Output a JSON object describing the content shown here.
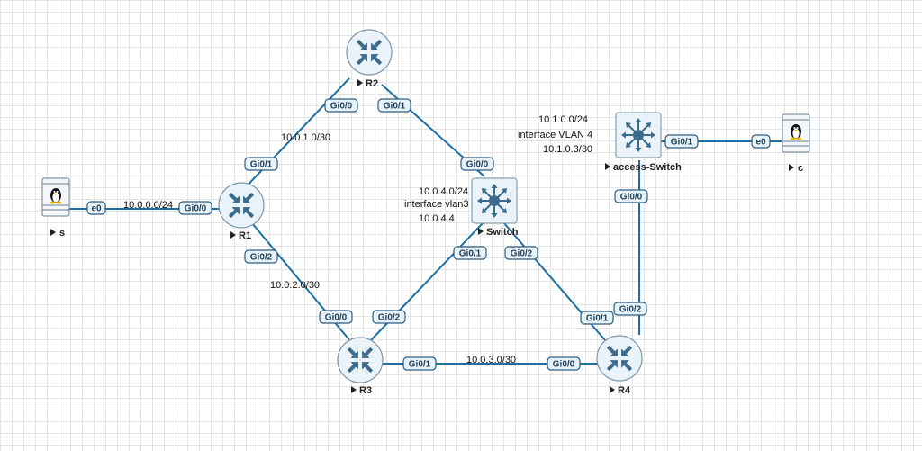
{
  "nodes": {
    "r1": {
      "label": "R1",
      "icon": "router-icon"
    },
    "r2": {
      "label": "R2",
      "icon": "router-icon"
    },
    "r3": {
      "label": "R3",
      "icon": "router-icon"
    },
    "r4": {
      "label": "R4",
      "icon": "router-icon"
    },
    "switch": {
      "label": "Switch",
      "icon": "multilayer-switch-icon"
    },
    "access_switch": {
      "label": "access-Switch",
      "icon": "multilayer-switch-icon"
    },
    "s": {
      "label": "s",
      "icon": "linux-host-icon"
    },
    "c": {
      "label": "c",
      "icon": "linux-host-icon"
    }
  },
  "interfaces": {
    "s_e0": "e0",
    "r1_gi00": "Gi0/0",
    "r1_gi01": "Gi0/1",
    "r1_gi02": "Gi0/2",
    "r2_gi00": "Gi0/0",
    "r2_gi01": "Gi0/1",
    "sw_gi00": "Gi0/0",
    "sw_gi01": "Gi0/1",
    "sw_gi02": "Gi0/2",
    "r3_gi00": "Gi0/0",
    "r3_gi02": "Gi0/2",
    "r3_gi01": "Gi0/1",
    "r4_gi00": "Gi0/0",
    "r4_gi01": "Gi0/1",
    "r4_gi02": "Gi0/2",
    "as_gi00": "Gi0/0",
    "as_gi01": "Gi0/1",
    "c_e0": "e0"
  },
  "networks": {
    "s_r1": "10.0.0.0/24",
    "r1_r2": "10.0.1.0/30",
    "r1_r3": "10.0.2.0/30",
    "r3_r4": "10.0.3.0/30"
  },
  "switch_notes": {
    "line1": "10.0.4.0/24",
    "line2": "interface vlan3",
    "line3": "10.0.4.4"
  },
  "access_switch_notes": {
    "line1": "10.1.0.0/24",
    "line2": "interface VLAN  4",
    "line3": "10.1.0.3/30"
  },
  "colors": {
    "link": "#1d6fa3",
    "device_fill": "#eaf3f9",
    "device_icon": "#3b6a8a",
    "grid": "#e4e4e4"
  }
}
